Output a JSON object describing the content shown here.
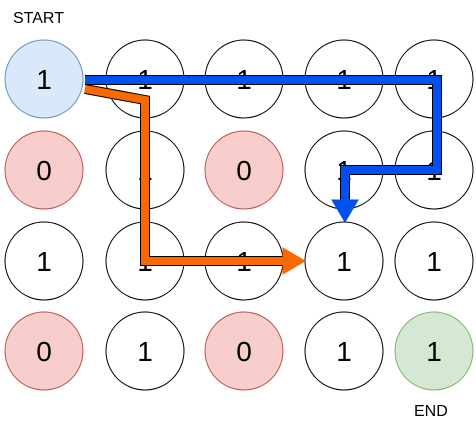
{
  "labels": {
    "start": "START",
    "end": "END"
  },
  "grid": [
    [
      1,
      1,
      1,
      1,
      1
    ],
    [
      0,
      1,
      0,
      1,
      1
    ],
    [
      1,
      1,
      1,
      1,
      1
    ],
    [
      0,
      1,
      0,
      1,
      1
    ]
  ],
  "colors": {
    "blocked_fill": "#f8cecc",
    "blocked_stroke": "#b85450",
    "open_fill": "#ffffff",
    "open_stroke": "#000000",
    "start_fill": "#dae8fc",
    "start_stroke": "#6c8ebf",
    "end_fill": "#d5e8d4",
    "end_stroke": "#82b366",
    "path_blue": "#0050ef",
    "path_orange": "#fa6800"
  },
  "start_cell": [
    0,
    0
  ],
  "end_cell": [
    3,
    4
  ],
  "paths": [
    {
      "color": "path_blue",
      "cells": [
        [
          0,
          0
        ],
        [
          0,
          1
        ],
        [
          0,
          2
        ],
        [
          0,
          3
        ],
        [
          0,
          4
        ],
        [
          1,
          4
        ],
        [
          1,
          3
        ],
        [
          2,
          3
        ]
      ]
    },
    {
      "color": "path_orange",
      "cells": [
        [
          0,
          0
        ],
        [
          1,
          1
        ],
        [
          2,
          1
        ],
        [
          2,
          2
        ],
        [
          2,
          3
        ]
      ]
    }
  ]
}
